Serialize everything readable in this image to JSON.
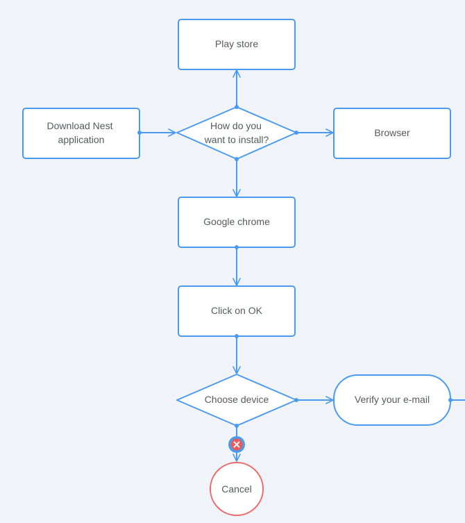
{
  "diagram": {
    "colors": {
      "stroke": "#4a9af0",
      "node_fill": "#ffffff",
      "background": "#f0f4f8",
      "text": "#555a60",
      "cancel_stroke": "#ec6b6b",
      "error_badge": "#ec5b5b"
    },
    "nodes": {
      "play_store": "Play store",
      "download_line1": "Download Nest",
      "download_line2": "application",
      "decision_install_line1": "How do you",
      "decision_install_line2": "want to install?",
      "browser": "Browser",
      "google_chrome": "Google chrome",
      "click_ok": "Click on OK",
      "choose_device": "Choose device",
      "verify_email": "Verify your e-mail",
      "cancel": "Cancel"
    },
    "badges": {
      "error_icon": "close-icon"
    }
  }
}
